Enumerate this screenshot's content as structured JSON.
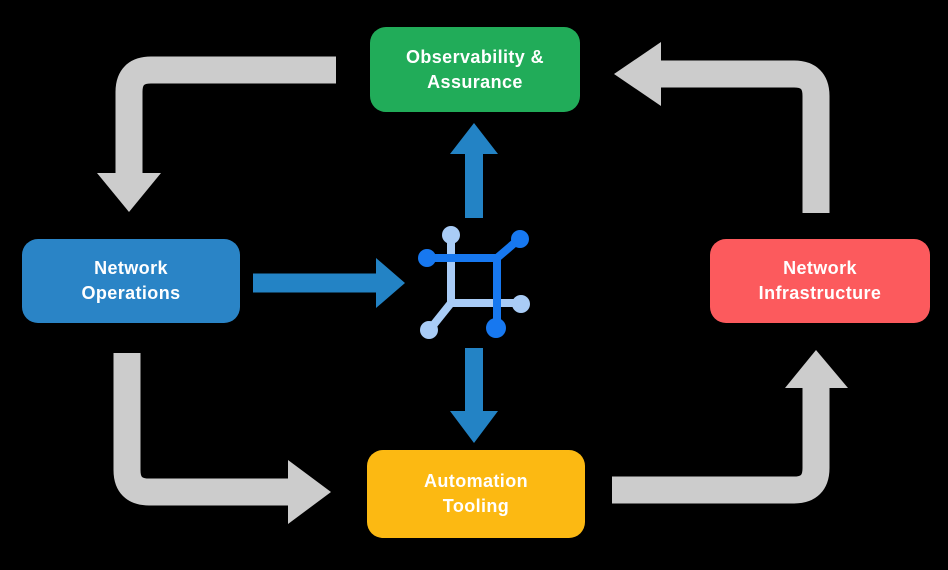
{
  "diagram": {
    "background": "#000000",
    "nodes": [
      {
        "id": "observability-assurance",
        "label": "Observability &\nAssurance",
        "color": "#21AC59"
      },
      {
        "id": "network-operations",
        "label": "Network\nOperations",
        "color": "#2A84C6"
      },
      {
        "id": "network-infrastructure",
        "label": "Network\nInfrastructure",
        "color": "#FC5A5D"
      },
      {
        "id": "automation-tooling",
        "label": "Automation\nTooling",
        "color": "#FCB912"
      }
    ],
    "center_icon": "network-nodes-icon",
    "colors": {
      "cycle_arrow": "#CCCCCC",
      "flow_arrow": "#2383C5",
      "icon_dark": "#1778F0",
      "icon_light": "#A9CCF6",
      "label_text": "#FFFFFF"
    },
    "flows": {
      "cycle": [
        "observability-assurance -> network-operations",
        "network-operations -> automation-tooling",
        "automation-tooling -> network-infrastructure",
        "network-infrastructure -> observability-assurance"
      ],
      "center": [
        "network-operations -> center-icon",
        "center-icon -> observability-assurance",
        "center-icon -> automation-tooling"
      ]
    }
  }
}
